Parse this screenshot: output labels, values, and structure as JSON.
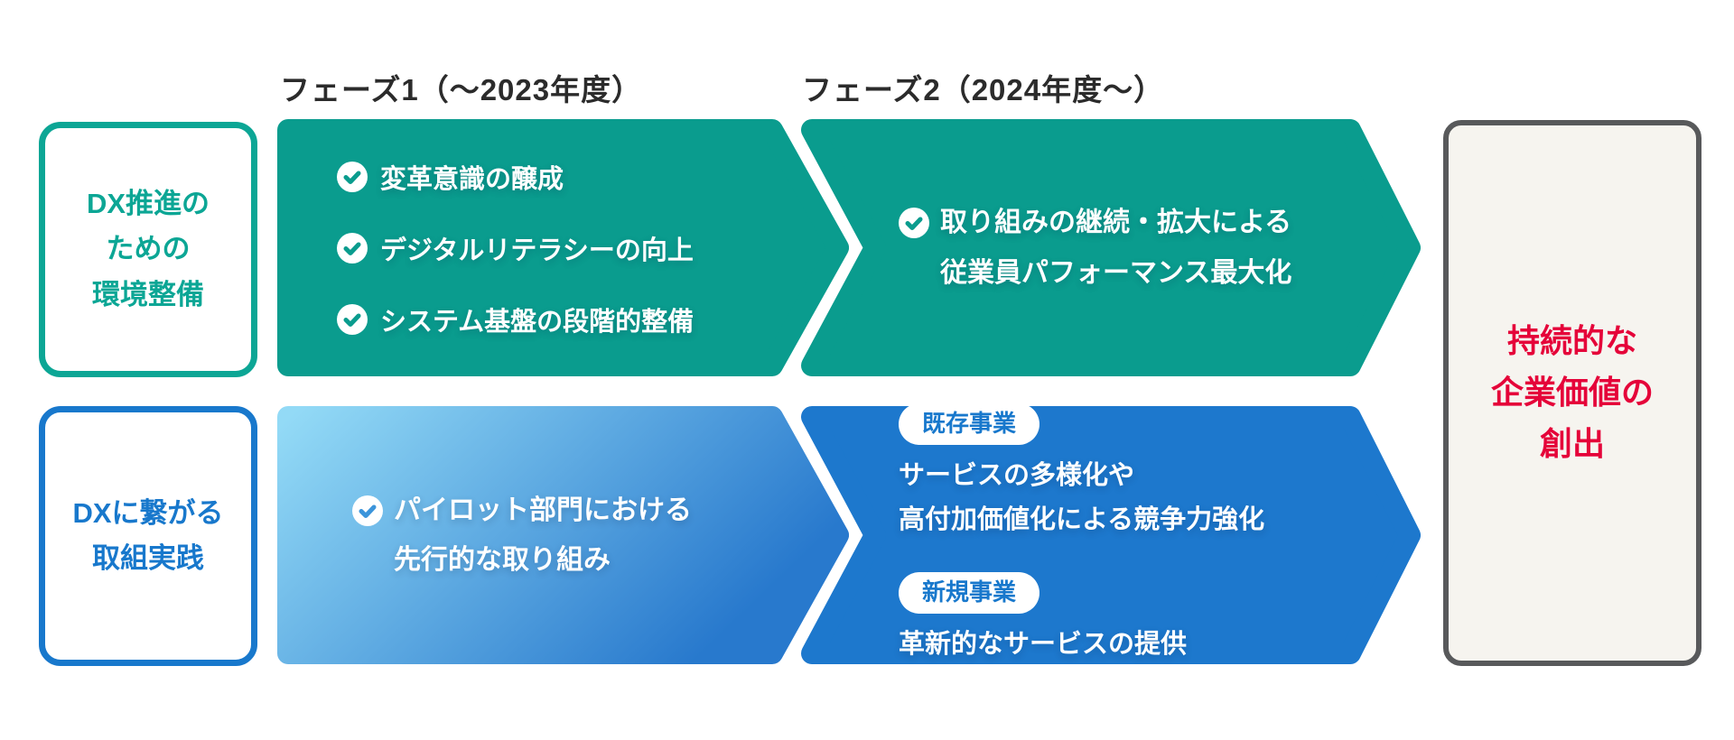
{
  "headers": {
    "phase1": "フェーズ1（～2023年度）",
    "phase2": "フェーズ2（2024年度～）"
  },
  "lane_environment": {
    "label_lines": [
      "DX推進の",
      "ための",
      "環境整備"
    ]
  },
  "lane_practice": {
    "label_lines": [
      "DXに繋がる",
      "取組実践"
    ]
  },
  "phase1_environment": {
    "items": [
      "変革意識の醸成",
      "デジタルリテラシーの向上",
      "システム基盤の段階的整備"
    ]
  },
  "phase2_environment": {
    "item_lines": [
      "取り組みの継続・拡大による",
      "従業員パフォーマンス最大化"
    ]
  },
  "phase1_practice": {
    "item_lines": [
      "パイロット部門における",
      "先行的な取り組み"
    ]
  },
  "phase2_practice": {
    "groups": [
      {
        "badge": "既存事業",
        "lines": [
          "サービスの多様化や",
          "高付加価値化による競争力強化"
        ]
      },
      {
        "badge": "新規事業",
        "lines": [
          "革新的なサービスの提供"
        ]
      }
    ]
  },
  "goal": {
    "lines": [
      "持続的な",
      "企業価値の",
      "創出"
    ]
  },
  "icons": {
    "check": "check-circle-icon"
  },
  "colors": {
    "teal_arrow": "#0A9C8E",
    "teal_label": "#0CA695",
    "blue_arrow": "#1D78CD",
    "blue_label": "#1878CC",
    "gradient_start": "#93DAF6",
    "gradient_end": "#2879CD",
    "goal_text_red": "#E50339",
    "goal_bg": "#F6F4EF",
    "goal_border_gray": "#58595B",
    "header_text": "#2B2B2B",
    "arrow_text": "#FFFFFF"
  }
}
